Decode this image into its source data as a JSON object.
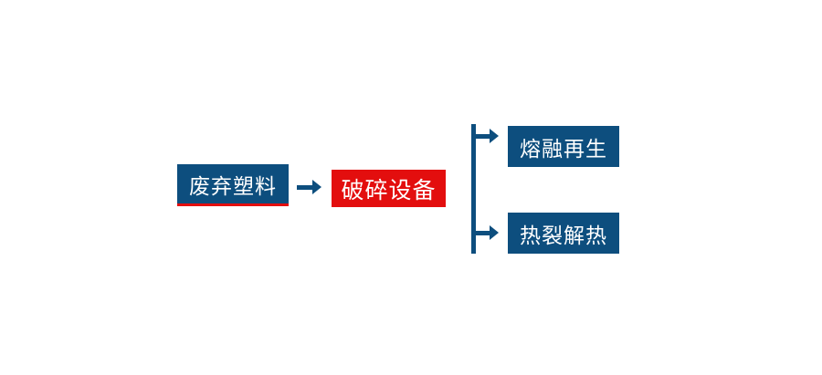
{
  "diagram": {
    "name": "waste-plastic-processing-flow",
    "background": "#ffffff",
    "colors": {
      "node_blue": "#0d4e7e",
      "node_red": "#e30e0e",
      "connector_blue": "#0d4e7e",
      "underline_red": "#e30e0e",
      "text_color": "#ffffff"
    },
    "nodes": [
      {
        "id": "source",
        "label": "废弃塑料",
        "style": "blue-with-red-underline"
      },
      {
        "id": "process",
        "label": "破碎设备",
        "style": "red"
      },
      {
        "id": "output-top",
        "label": "熔融再生",
        "style": "blue"
      },
      {
        "id": "output-bottom",
        "label": "热裂解热",
        "style": "blue"
      }
    ],
    "connectors": [
      {
        "id": "arrow-main",
        "type": "arrow-right",
        "from": "source",
        "to": "process"
      },
      {
        "id": "branch",
        "type": "vertical-line-with-two-arrows",
        "from": "process",
        "to": [
          "output-top",
          "output-bottom"
        ]
      }
    ]
  }
}
